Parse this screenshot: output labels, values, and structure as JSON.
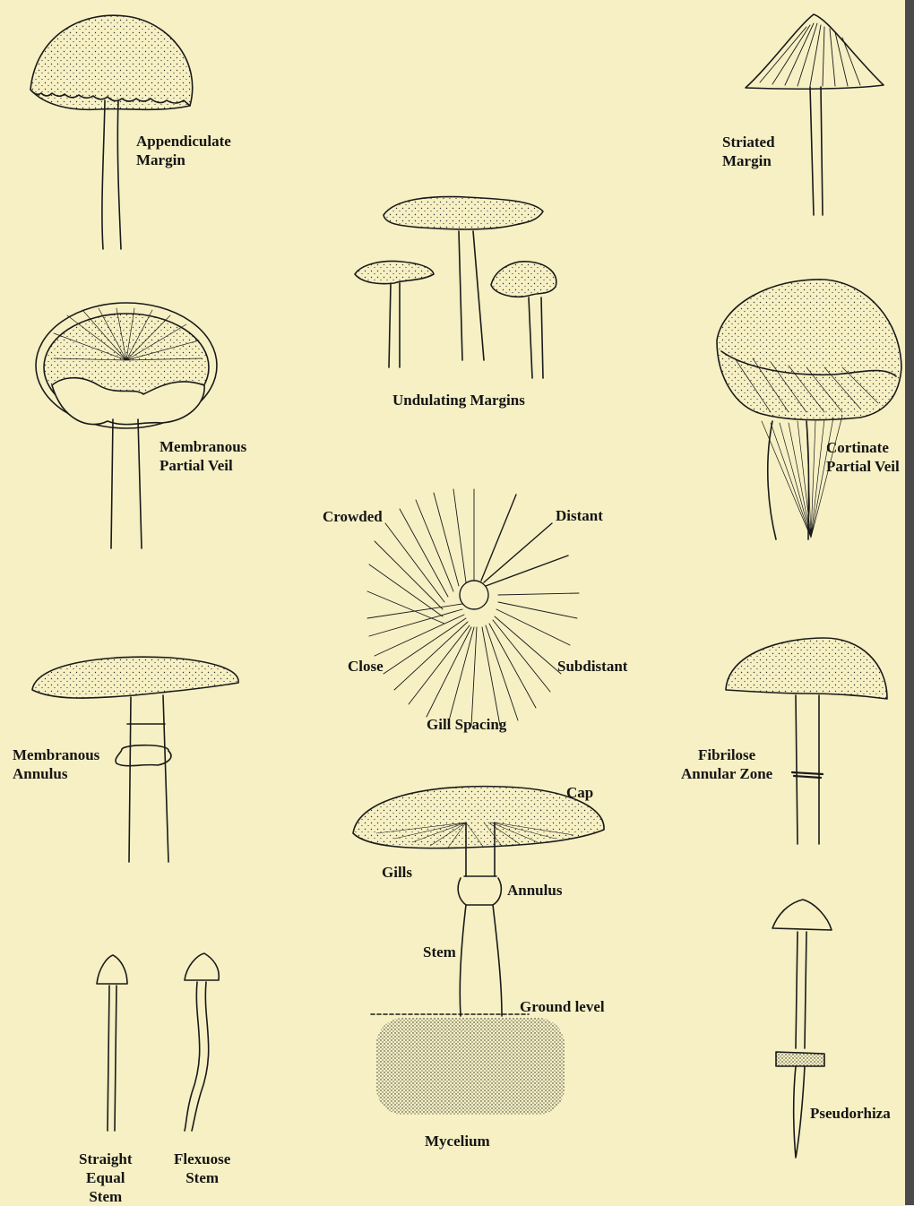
{
  "labels": {
    "appendiculate_margin": "Appendiculate\nMargin",
    "striated_margin": "Striated\nMargin",
    "undulating_margins": "Undulating Margins",
    "membranous_partial_veil": "Membranous\nPartial Veil",
    "cortinate_partial_veil": "Cortinate\nPartial Veil",
    "crowded": "Crowded",
    "distant": "Distant",
    "close": "Close",
    "subdistant": "Subdistant",
    "gill_spacing": "Gill Spacing",
    "membranous_annulus": "Membranous\nAnnulus",
    "fibrilose_annular_zone": "Fibrilose\nAnnular Zone",
    "cap": "Cap",
    "gills": "Gills",
    "annulus": "Annulus",
    "stem": "Stem",
    "ground_level": "Ground level",
    "mycelium": "Mycelium",
    "straight_equal_stem": "Straight\nEqual\nStem",
    "flexuose_stem": "Flexuose\nStem",
    "pseudorhiza": "Pseudorhiza"
  },
  "colors": {
    "paper": "#f6f0c4",
    "ink": "#151515"
  }
}
